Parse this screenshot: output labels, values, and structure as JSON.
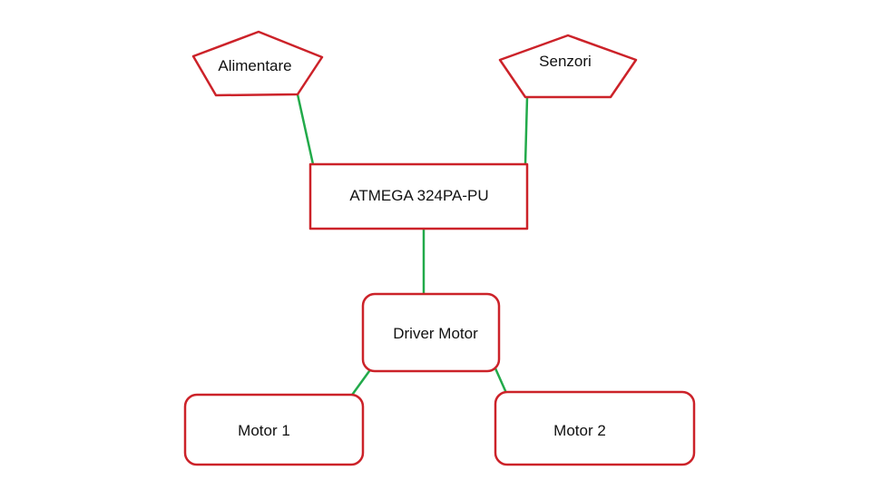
{
  "diagram": {
    "nodes": {
      "alimentare": "Alimentare",
      "senzori": "Senzori",
      "mcu": "ATMEGA 324PA-PU",
      "driver": "Driver Motor",
      "motor1": "Motor 1",
      "motor2": "Motor 2"
    }
  },
  "colors": {
    "node_border": "#cc2229",
    "connector": "#22aa4a"
  }
}
